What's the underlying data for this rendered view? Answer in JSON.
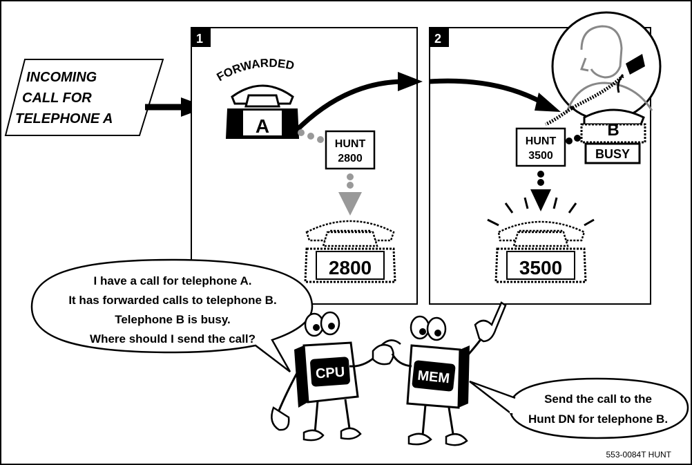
{
  "incoming": {
    "line1": "INCOMING",
    "line2": "CALL FOR",
    "line3": "TELEPHONE A"
  },
  "panel1": {
    "number": "1",
    "forwarded_text": "FORWARDED",
    "telephone_label": "A",
    "hunt_label": "HUNT",
    "hunt_number": "2800",
    "target_number": "2800"
  },
  "panel2": {
    "number": "2",
    "telephone_label": "B",
    "busy_label": "BUSY",
    "hunt_label": "HUNT",
    "hunt_number": "3500",
    "target_number": "3500"
  },
  "cpu_bubble": {
    "line1": "I have a call for  telephone A.",
    "line2": "It has forwarded calls to telephone B.",
    "line3": "Telephone B is busy.",
    "line4": "Where should I send the call?"
  },
  "mem_bubble": {
    "line1": "Send the call to the",
    "line2": "Hunt DN for telephone B."
  },
  "characters": {
    "cpu_label": "CPU",
    "mem_label": "MEM"
  },
  "figure_code": "553-0084T HUNT",
  "colors": {
    "ink": "#000000",
    "dots": "#999999",
    "paper": "#ffffff"
  }
}
